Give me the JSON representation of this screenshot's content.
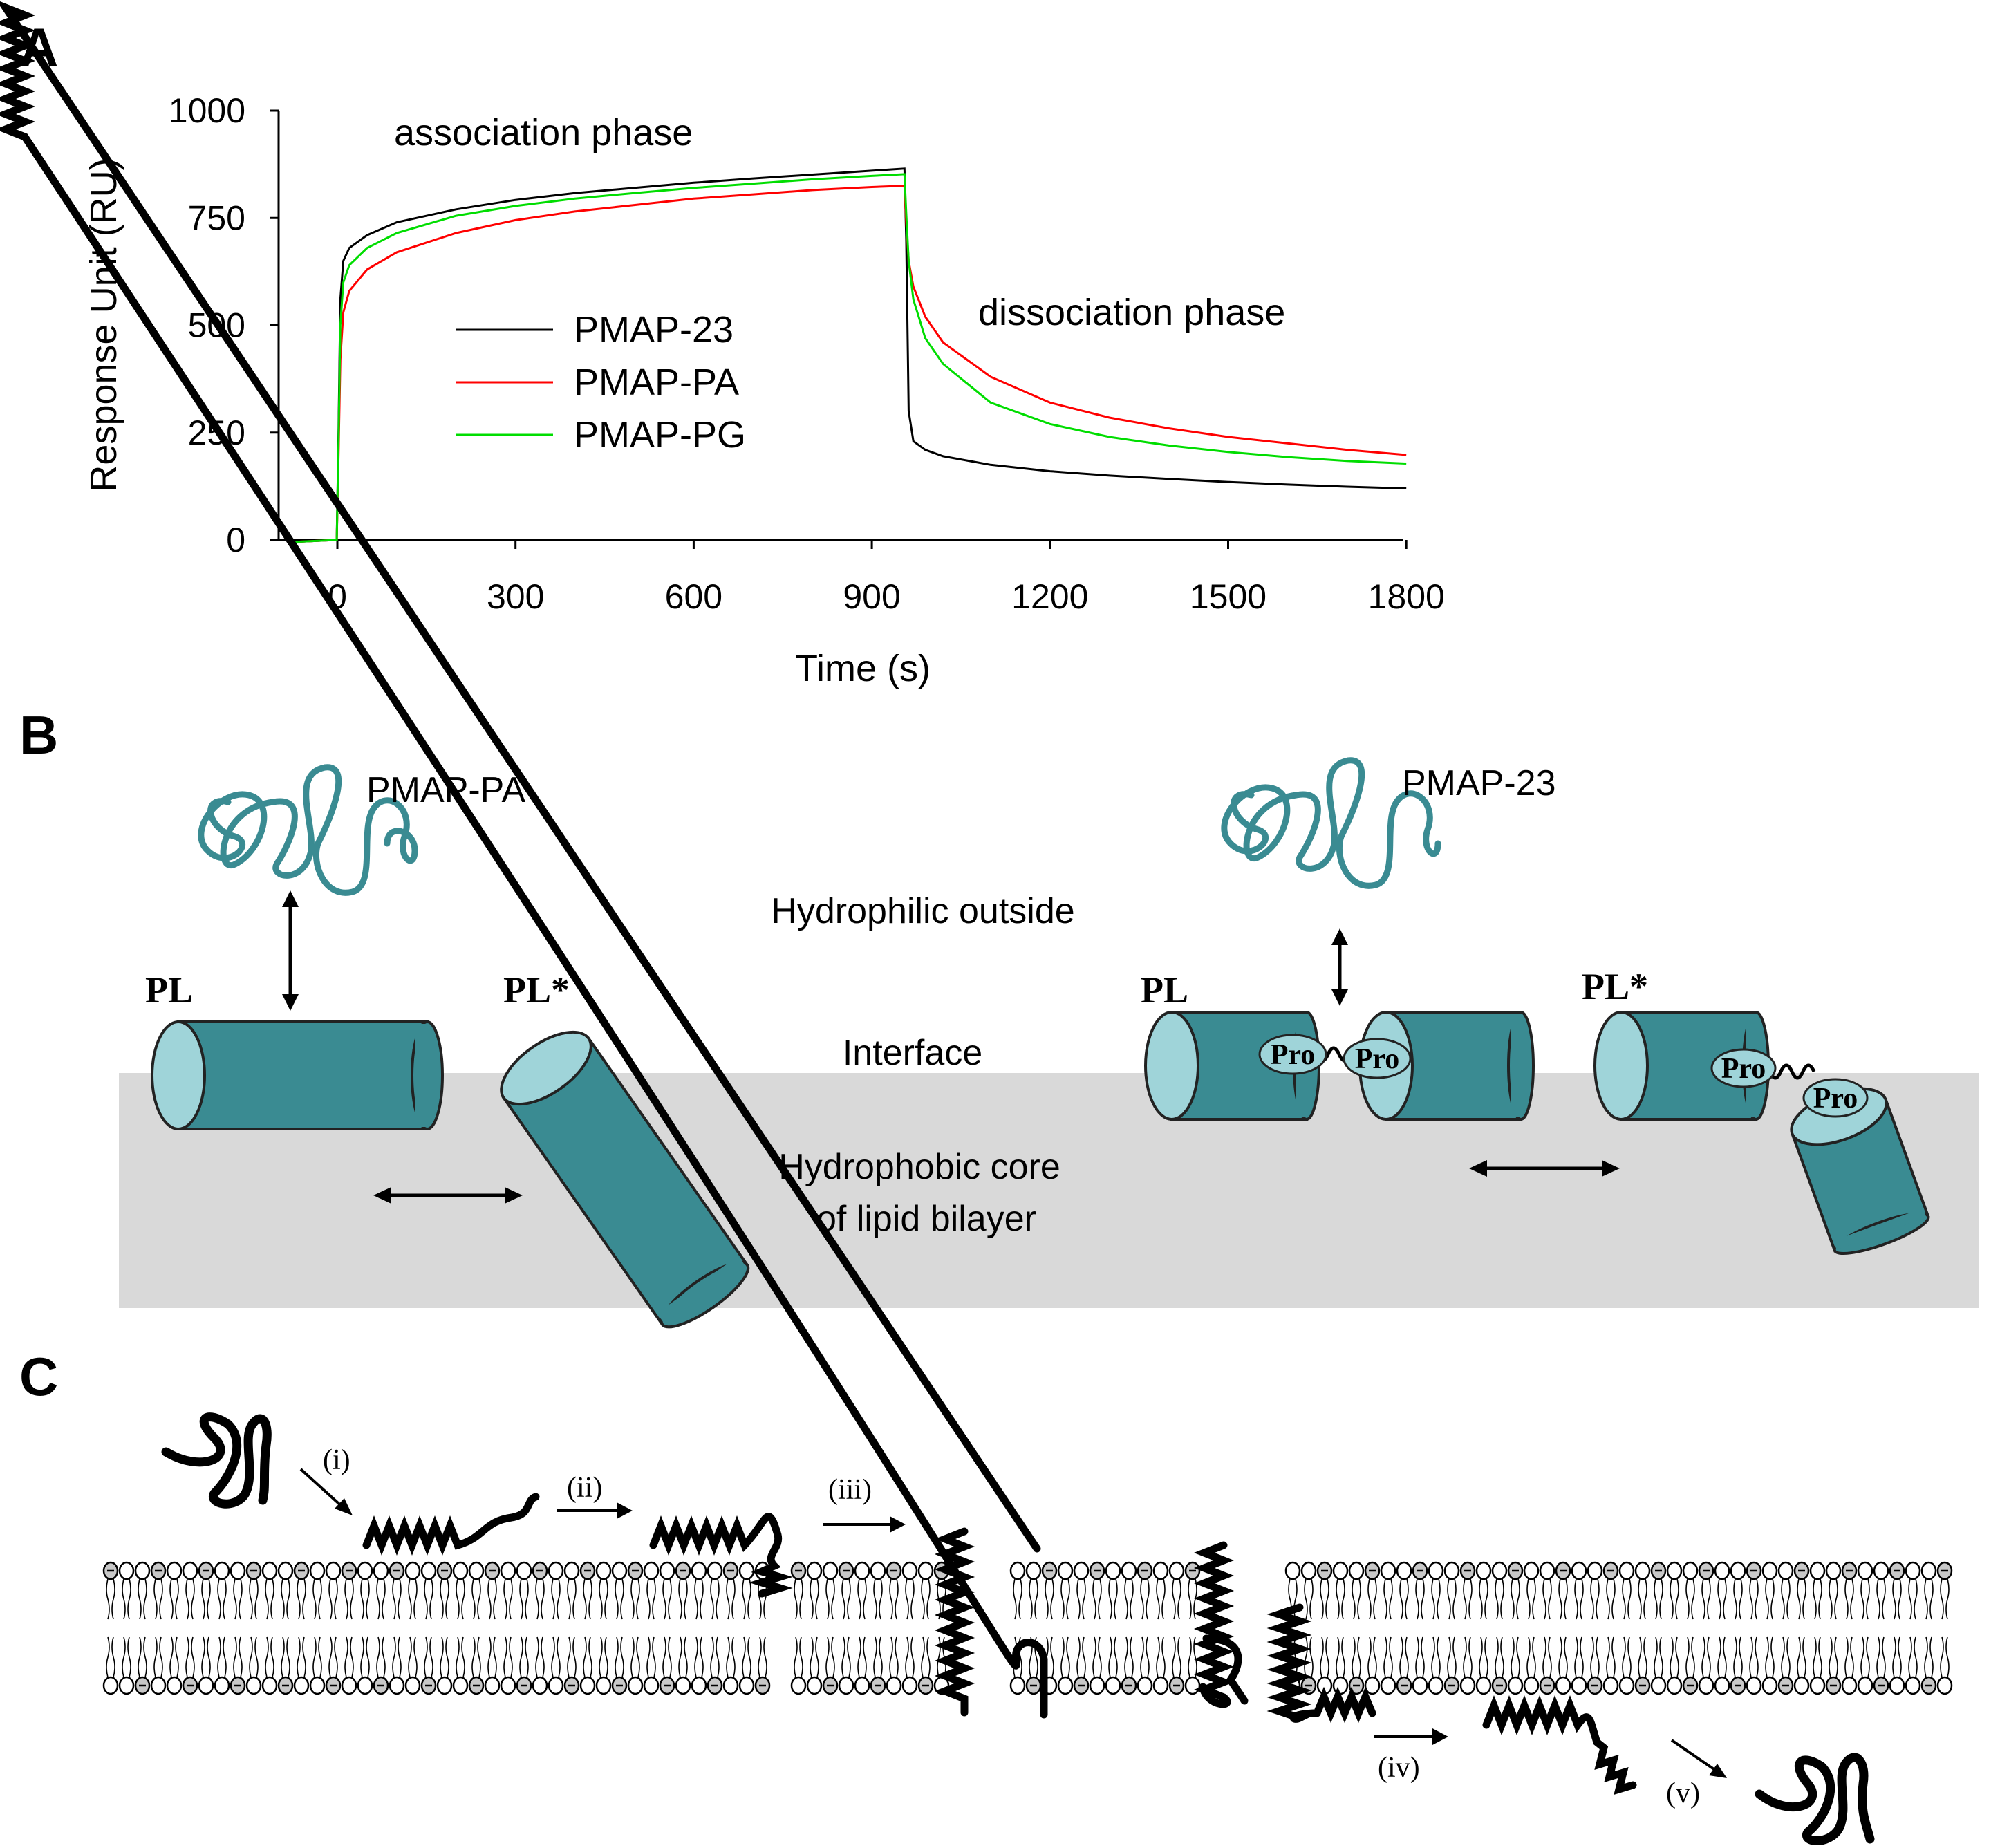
{
  "panels": {
    "a": "A",
    "b": "B",
    "c": "C"
  },
  "chart_data": {
    "type": "line",
    "xlabel": "Time (s)",
    "ylabel": "Response Unit (RU)",
    "xlim": [
      -80,
      1800
    ],
    "ylim": [
      0,
      1000
    ],
    "xticks": [
      0,
      300,
      600,
      900,
      1200,
      1500,
      1800
    ],
    "yticks": [
      0,
      250,
      500,
      750,
      1000
    ],
    "legend_position": "center-left",
    "annotations": [
      "association phase",
      "dissociation phase"
    ],
    "series": [
      {
        "name": "PMAP-23",
        "color": "#000000",
        "x": [
          -80,
          -1,
          2,
          5,
          10,
          20,
          50,
          100,
          200,
          300,
          400,
          500,
          600,
          700,
          800,
          900,
          955,
          958,
          962,
          970,
          990,
          1020,
          1100,
          1200,
          1300,
          1400,
          1500,
          1600,
          1700,
          1800
        ],
        "y": [
          -5,
          0,
          250,
          560,
          650,
          680,
          710,
          740,
          770,
          792,
          808,
          820,
          832,
          842,
          851,
          860,
          865,
          700,
          300,
          230,
          210,
          195,
          175,
          160,
          150,
          142,
          135,
          129,
          124,
          120
        ]
      },
      {
        "name": "PMAP-PA",
        "color": "#ff0000",
        "x": [
          -80,
          -1,
          2,
          5,
          10,
          20,
          50,
          100,
          200,
          300,
          400,
          500,
          600,
          700,
          800,
          900,
          955,
          958,
          962,
          970,
          990,
          1020,
          1100,
          1200,
          1300,
          1400,
          1500,
          1600,
          1700,
          1800
        ],
        "y": [
          -5,
          0,
          200,
          420,
          530,
          580,
          630,
          670,
          715,
          745,
          765,
          780,
          795,
          805,
          815,
          822,
          825,
          740,
          650,
          590,
          520,
          460,
          380,
          320,
          285,
          260,
          240,
          225,
          210,
          198
        ]
      },
      {
        "name": "PMAP-PG",
        "color": "#00dd00",
        "x": [
          -80,
          -1,
          2,
          5,
          10,
          20,
          50,
          100,
          200,
          300,
          400,
          500,
          600,
          700,
          800,
          900,
          955,
          958,
          962,
          970,
          990,
          1020,
          1100,
          1200,
          1300,
          1400,
          1500,
          1600,
          1700,
          1800
        ],
        "y": [
          -5,
          0,
          230,
          500,
          600,
          640,
          680,
          715,
          755,
          778,
          795,
          808,
          820,
          830,
          840,
          848,
          852,
          760,
          650,
          560,
          470,
          410,
          320,
          270,
          240,
          220,
          205,
          193,
          184,
          178
        ]
      }
    ]
  },
  "panel_b": {
    "peptide_left": "PMAP-PA",
    "peptide_right": "PMAP-23",
    "region_outside": "Hydrophilic outside",
    "region_interface": "Interface",
    "region_core_line1": "Hydrophobic core",
    "region_core_line2": "of lipid bilayer",
    "state_pl": "PL",
    "state_pl_star": "PL*",
    "pro": "Pro",
    "colors": {
      "helix_side": "#3a8b92",
      "helix_face": "#9fd4d9",
      "membrane": "#d9d9d9",
      "coil": "#3a8b92"
    }
  },
  "panel_c": {
    "steps": [
      "(i)",
      "(ii)",
      "(iii)",
      "(iv)",
      "(v)"
    ],
    "colors": {
      "headgroup_anionic": "#c8c8c8",
      "headgroup_neutral": "#ffffff"
    }
  }
}
